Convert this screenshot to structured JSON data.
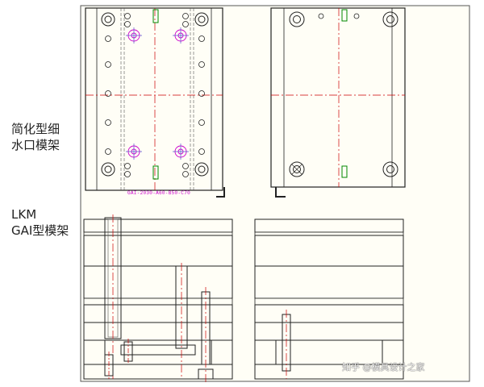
{
  "labels": {
    "simple_line1": "简化型细",
    "simple_line2": "水口模架",
    "lkm_line1": "LKM",
    "lkm_line2": "GAI型模架"
  },
  "drawing": {
    "part_code": "GAI-2030-A60-B50-C70",
    "watermark": "知乎 @模具设计之家"
  },
  "colors": {
    "paper": "#fffef6",
    "line": "#222222",
    "centerline": "#cc0000",
    "magenta": "#cc00cc",
    "green": "#008800",
    "blue": "#5555cc"
  }
}
